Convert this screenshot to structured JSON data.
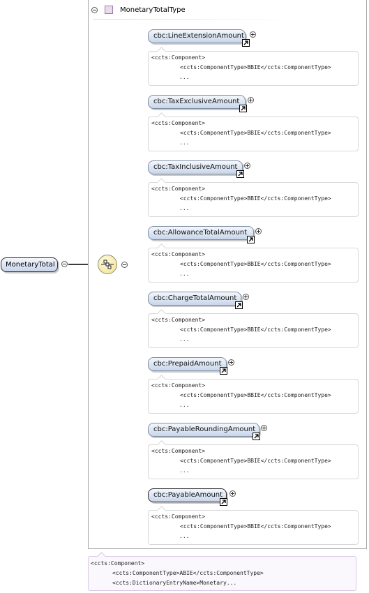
{
  "type_box": {
    "title": "MonetaryTotalType"
  },
  "root": {
    "label": "MonetaryTotal"
  },
  "elements": [
    {
      "label": "cbc:LineExtensionAmount",
      "anno_open": "<ccts:Component>",
      "anno_type": "<ccts:ComponentType>BBIE</ccts:ComponentType>",
      "anno_more": "..."
    },
    {
      "label": "cbc:TaxExclusiveAmount",
      "anno_open": "<ccts:Component>",
      "anno_type": "<ccts:ComponentType>BBIE</ccts:ComponentType>",
      "anno_more": "..."
    },
    {
      "label": "cbc:TaxInclusiveAmount",
      "anno_open": "<ccts:Component>",
      "anno_type": "<ccts:ComponentType>BBIE</ccts:ComponentType>",
      "anno_more": "..."
    },
    {
      "label": "cbc:AllowanceTotalAmount",
      "anno_open": "<ccts:Component>",
      "anno_type": "<ccts:ComponentType>BBIE</ccts:ComponentType>",
      "anno_more": "..."
    },
    {
      "label": "cbc:ChargeTotalAmount",
      "anno_open": "<ccts:Component>",
      "anno_type": "<ccts:ComponentType>BBIE</ccts:ComponentType>",
      "anno_more": "..."
    },
    {
      "label": "cbc:PrepaidAmount",
      "anno_open": "<ccts:Component>",
      "anno_type": "<ccts:ComponentType>BBIE</ccts:ComponentType>",
      "anno_more": "..."
    },
    {
      "label": "cbc:PayableRoundingAmount",
      "anno_open": "<ccts:Component>",
      "anno_type": "<ccts:ComponentType>BBIE</ccts:ComponentType>",
      "anno_more": "..."
    },
    {
      "label": "cbc:PayableAmount",
      "anno_open": "<ccts:Component>",
      "anno_type": "<ccts:ComponentType>BBIE</ccts:ComponentType>",
      "anno_more": "..."
    }
  ],
  "bottom_annotation": {
    "line1": "<ccts:Component>",
    "line2": "<ccts:ComponentType>ABIE</ccts:ComponentType>",
    "line3": "<ccts:DictionaryEntryName>Monetary..."
  }
}
